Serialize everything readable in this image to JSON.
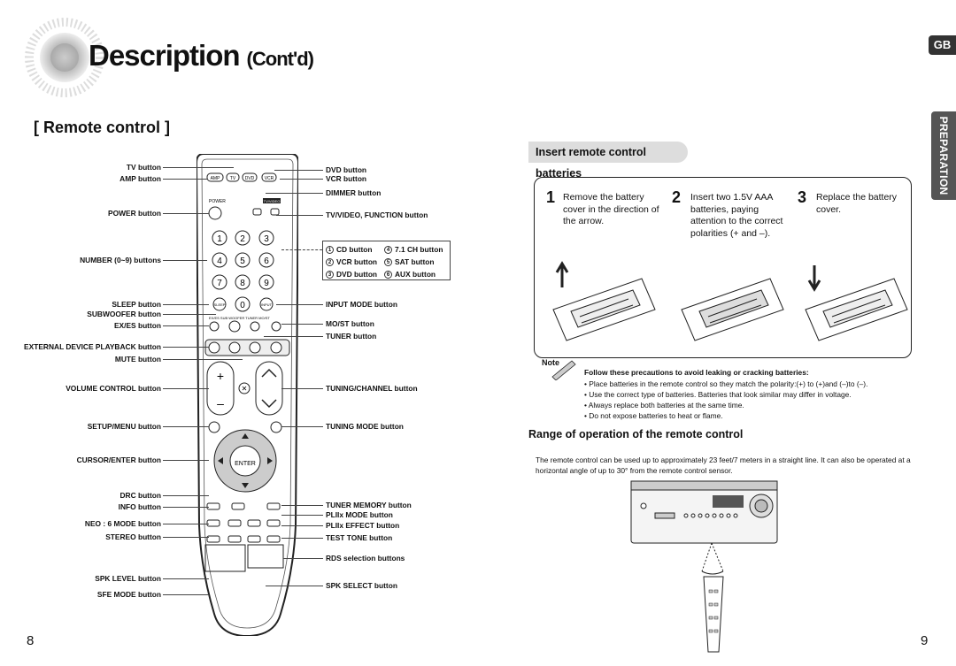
{
  "page": {
    "title": "Description",
    "title_suffix": "(Cont'd)",
    "lang_tab": "GB",
    "side_tab": "PREPARATION",
    "page_left": "8",
    "page_right": "9"
  },
  "remote_section": {
    "heading": "[ Remote control ]",
    "left_labels": [
      "TV button",
      "AMP button",
      "POWER button",
      "NUMBER (0~9) buttons",
      "SLEEP button",
      "SUBWOOFER button",
      "EX/ES button",
      "EXTERNAL DEVICE PLAYBACK button",
      "MUTE button",
      "VOLUME CONTROL button",
      "SETUP/MENU button",
      "CURSOR/ENTER button",
      "DRC button",
      "INFO button",
      "NEO : 6 MODE button",
      "STEREO button",
      "SPK LEVEL button",
      "SFE MODE button"
    ],
    "right_labels": [
      "DVD button",
      "VCR button",
      "DIMMER button",
      "TV/VIDEO, FUNCTION button",
      "INPUT MODE button",
      "MO/ST button",
      "TUNER button",
      "TUNING/CHANNEL button",
      "TUNING MODE button",
      "TUNER MEMORY button",
      "PLIIx MODE button",
      "PLIIx EFFECT button",
      "TEST TONE button",
      "RDS selection buttons",
      "SPK SELECT button"
    ],
    "number_buttons": [
      {
        "num": "1",
        "label": "CD button"
      },
      {
        "num": "4",
        "label": "7.1 CH button"
      },
      {
        "num": "2",
        "label": "VCR button"
      },
      {
        "num": "5",
        "label": "SAT button"
      },
      {
        "num": "3",
        "label": "DVD button"
      },
      {
        "num": "6",
        "label": "AUX button"
      }
    ]
  },
  "insert_section": {
    "heading": "Insert remote control batteries",
    "steps": [
      {
        "num": "1",
        "text": "Remove the battery cover in the direction of the arrow."
      },
      {
        "num": "2",
        "text": "Insert two 1.5V AAA batteries, paying attention to the correct polarities (+ and –)."
      },
      {
        "num": "3",
        "text": "Replace the battery cover."
      }
    ]
  },
  "note": {
    "icon_label": "Note",
    "title": "Follow these precautions to avoid leaking or cracking batteries:",
    "items": [
      "Place batteries in the remote control so they match the polarity:(+) to (+)and (–)to (–).",
      "Use the correct type of batteries. Batteries that look similar may differ in voltage.",
      "Always replace both batteries at the same time.",
      "Do not expose batteries to heat or flame."
    ]
  },
  "range_section": {
    "heading": "Range of operation of the remote control",
    "text": "The remote control can be used up to approximately 23 feet/7 meters in a straight line. It can also be operated at a horizontal angle of up to 30° from the remote control sensor."
  }
}
